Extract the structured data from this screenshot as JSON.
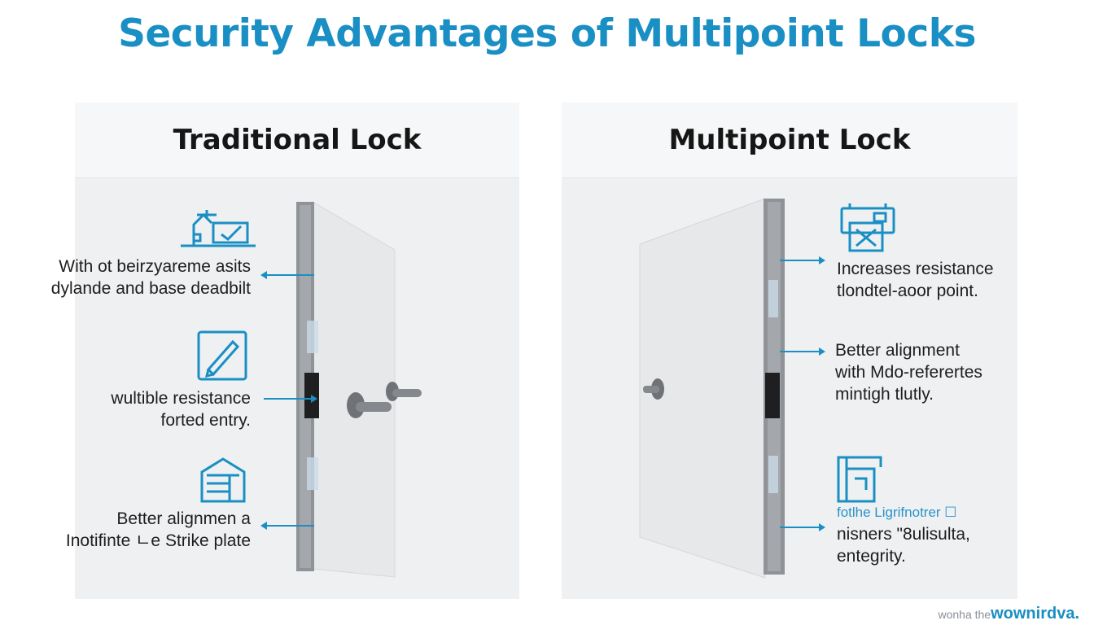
{
  "title": "Security Advantages of Multipoint Locks",
  "panels": {
    "traditional": {
      "title": "Traditional Lock",
      "features": [
        {
          "line1": "With ot beirzyareme asits",
          "line2": "dylande and base deadbilt",
          "icon": "house-checkmark-icon"
        },
        {
          "line1": "wultible resistance",
          "line2": "forted entry.",
          "icon": "pencil-square-icon"
        },
        {
          "line1": "Better alignmen a",
          "line2": "Inotifinte ㄴe Strike plate",
          "icon": "house-layers-icon"
        }
      ]
    },
    "multipoint": {
      "title": "Multipoint Lock",
      "features": [
        {
          "line1": "Increases resistance",
          "line2": "tlondtel-aoor point.",
          "icon": "door-x-icon"
        },
        {
          "line1": "Better alignment",
          "line2": "with Mdo-referertes",
          "line3": "mintigh tlutly.",
          "icon": ""
        },
        {
          "line1": "fotlhe Ligrifnotrer ☐",
          "line2": "nisners \"8ulisulta,",
          "line3": "entegrity.",
          "icon": "door-frame-icon"
        }
      ]
    }
  },
  "watermark": {
    "prefix": "wonha the",
    "brand": "wownirdva."
  },
  "colors": {
    "accent": "#1a8fc4",
    "panel": "#eef0f2",
    "door": "#e6e8ea",
    "edge": "#8f9297"
  }
}
